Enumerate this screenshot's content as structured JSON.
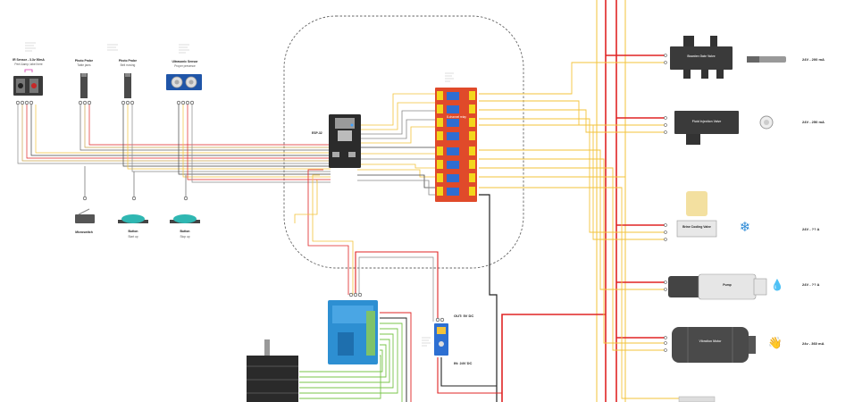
{
  "sensors": {
    "ir": {
      "title": "IR Sensor - 3.3v 50mA",
      "subtitle": "Peel &amp; label here"
    },
    "photo1": {
      "title": "Photo Probe",
      "subtitle": "Table jams"
    },
    "photo2": {
      "title": "Photo Probe",
      "subtitle": "Belt moving"
    },
    "ultrasonic": {
      "title": "Ultrasonic Sensor",
      "subtitle": "Proper presence"
    }
  },
  "inputs": {
    "microswitch": {
      "title": "Microswitch"
    },
    "button1": {
      "title": "Button",
      "subtitle": "Start up"
    },
    "button2": {
      "title": "Button",
      "subtitle": "Stop up"
    }
  },
  "mcu": {
    "label": "ESP-32"
  },
  "relay": {
    "label": "8-channel relay"
  },
  "power": {
    "out_label": "OUT: 5V DC",
    "in_label": "IN: 24V DC"
  },
  "actuators": [
    {
      "name": "Bowden Gate Valve",
      "spec": "24V - 200 mA"
    },
    {
      "name": "Fluid Injection Valve",
      "spec": "24V - 250 mA"
    },
    {
      "name": "Brine Cooling Valve",
      "spec": "24V - ?? A"
    },
    {
      "name": "Pump",
      "spec": "24V - ?? A"
    },
    {
      "name": "Vibration Motor",
      "spec": "24v - 360 mA"
    }
  ],
  "colors": {
    "wire_red": "#e02424",
    "wire_yellow": "#f3c33a",
    "wire_black": "#222222",
    "wire_green": "#78c44a",
    "relay_red": "#e04a2a",
    "driver_blue": "#2d8fd2"
  }
}
